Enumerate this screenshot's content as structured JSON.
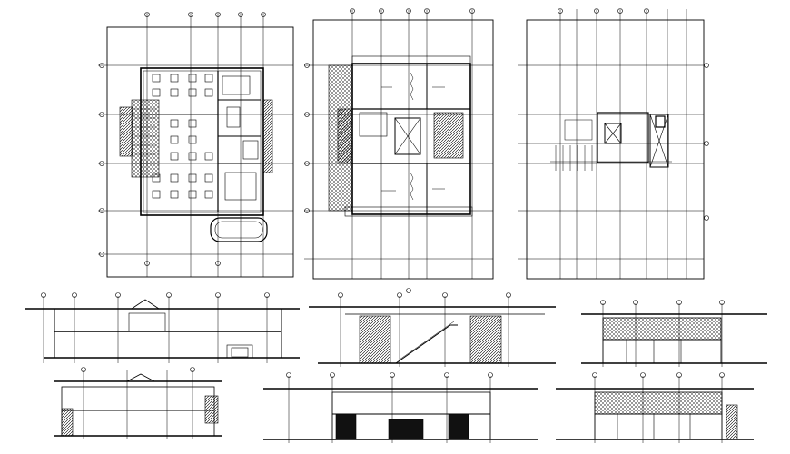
{
  "sheet": {
    "background": "#ffffff",
    "line_color": "#000000",
    "fill_dark": "#111111"
  },
  "views": [
    {
      "id": "ground-floor-plan",
      "kind": "plan",
      "labels": []
    },
    {
      "id": "first-floor-plan",
      "kind": "plan",
      "labels": []
    },
    {
      "id": "roof-plan",
      "kind": "plan",
      "labels": []
    },
    {
      "id": "section-a",
      "kind": "section",
      "labels": []
    },
    {
      "id": "section-b",
      "kind": "section",
      "labels": []
    },
    {
      "id": "elevation-1",
      "kind": "elevation",
      "labels": []
    },
    {
      "id": "elevation-2",
      "kind": "elevation",
      "labels": []
    },
    {
      "id": "elevation-3",
      "kind": "elevation",
      "labels": []
    },
    {
      "id": "elevation-4",
      "kind": "elevation",
      "labels": []
    }
  ]
}
